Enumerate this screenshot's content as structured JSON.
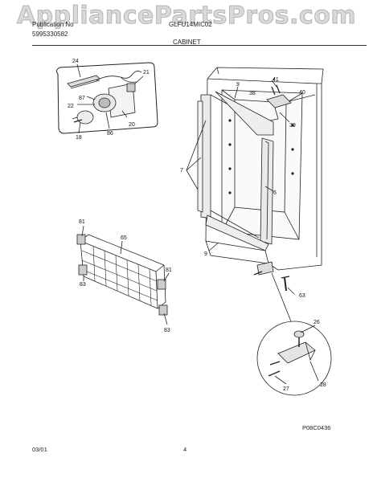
{
  "watermark": "AppliancePartsPros.com",
  "header": {
    "left_line1": "Publication No",
    "left_line2": "5995330582",
    "center_line1": "GLFU14MIC02",
    "section_title": "CABINET"
  },
  "callouts": {
    "c24": "24",
    "c21": "21",
    "c87": "87",
    "c22": "22",
    "c20": "20",
    "c86": "86",
    "c18": "18",
    "c9a": "9",
    "c41": "41",
    "c38": "38",
    "c40": "40",
    "c39": "39",
    "c7": "7",
    "c6": "6",
    "c9b": "9",
    "c81a": "81",
    "c65": "65",
    "c83a": "83",
    "c81b": "81",
    "c83b": "83",
    "c63": "63",
    "c26": "26",
    "c27": "27",
    "c28": "28"
  },
  "footer": {
    "diagram_code": "P08C0436",
    "date": "03/01",
    "page": "4"
  }
}
